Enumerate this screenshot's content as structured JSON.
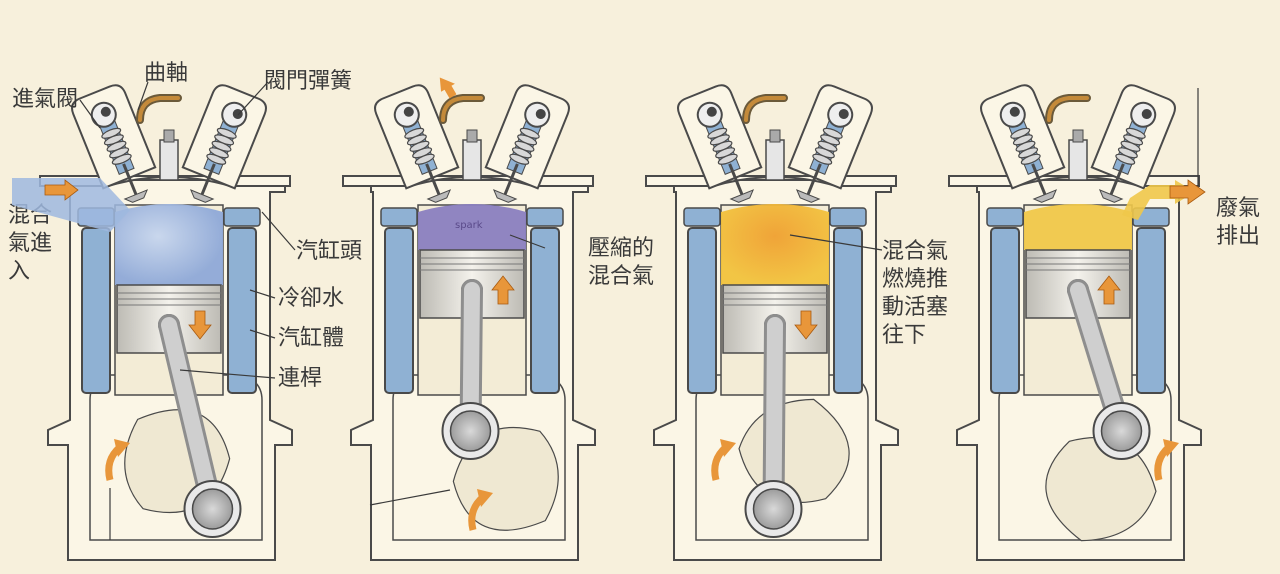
{
  "colors": {
    "background": "#f7f0dc",
    "outline": "#4a4a4a",
    "cylinder_fill": "#fbf6e6",
    "coolant": "#8fb1d3",
    "intake_mixture": "#a9bfe0",
    "compressed_mixture": "#8a7fc0",
    "burning_mixture": "#f2c33d",
    "exhaust_gas": "#f0c84a",
    "arrow": "#e8963a",
    "piston": "#d8d6d0",
    "crank": "#c9c9c9"
  },
  "labels": {
    "intake_valve": "進氣閥",
    "camshaft": "曲軸",
    "valve_spring": "閥門彈簧",
    "mixture_in": [
      "混合",
      "氣進",
      "入"
    ],
    "cylinder_head": "汽缸頭",
    "coolant": "冷卻水",
    "cylinder_block": "汽缸體",
    "connecting_rod": "連桿",
    "compressed_mixture": [
      "壓縮的",
      "混合氣"
    ],
    "power_stroke": [
      "混合氣",
      "燃燒推",
      "動活塞",
      "往下"
    ],
    "exhaust_out": [
      "廢氣",
      "排出"
    ],
    "spark": "spark"
  },
  "strokes": [
    {
      "name": "intake",
      "piston_direction": "down",
      "chamber": "intake_mixture"
    },
    {
      "name": "compression",
      "piston_direction": "up",
      "chamber": "compressed_mixture"
    },
    {
      "name": "power",
      "piston_direction": "down",
      "chamber": "burning_mixture"
    },
    {
      "name": "exhaust",
      "piston_direction": "up",
      "chamber": "exhaust_gas"
    }
  ]
}
